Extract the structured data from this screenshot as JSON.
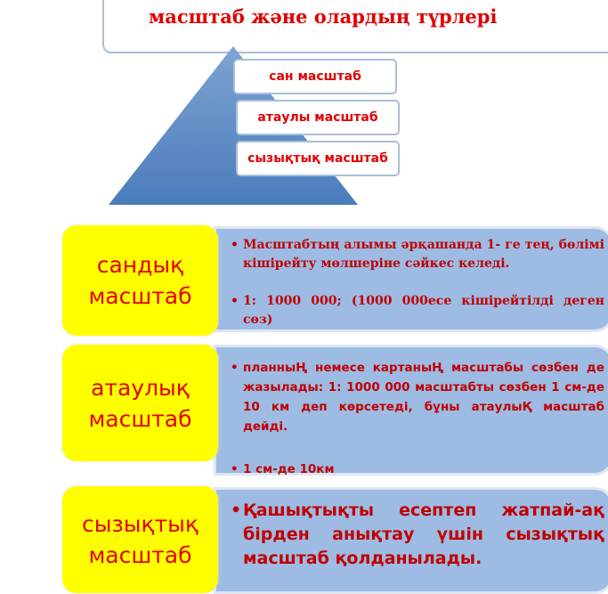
{
  "title": "масштаб  және олардың түрлері",
  "pyramid": {
    "labels": [
      "сан масштаб",
      "атаулы масштаб",
      "сызықтық масштаб"
    ]
  },
  "sections": [
    {
      "heading": "сандық масштаб",
      "bullets": [
        "Масштабтың алымы әрқашанда 1- ге тең, бөлімі кішірейту мөлшеріне сәйкес келеді.",
        "1: 1000   000;  (1000 000есе кішірейтілді деген сөз)"
      ]
    },
    {
      "heading": "атаулық масштаб",
      "bullets": [
        "планныҢ немесе картаныҢ масштабы сөзбен де жазылады: 1: 1000  000 масштабты сөзбен 1 см-де 10 км деп көрсетеді, бұны атаулыҚ масштаб дейді.",
        "1 см-де 10км"
      ]
    },
    {
      "heading": "сызықтық масштаб",
      "bullets": [
        "Қашықтықты есептеп жатпай-ақ бірден анықтау үшін сызықтық масштаб қолданылады."
      ]
    }
  ],
  "colors": {
    "pyramid": "#4f81bd",
    "yellow": "#ffff00",
    "red": "#e00000",
    "blue_panel": "#9dbbe3"
  }
}
